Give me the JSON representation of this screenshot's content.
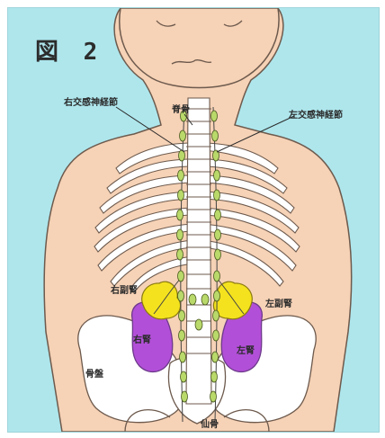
{
  "figure": {
    "title": "図 2",
    "labels": {
      "right_sympathetic_trunk": "右交感神経節",
      "left_sympathetic_trunk": "左交感神経節",
      "spine": "脊骨",
      "right_adrenal": "右副腎",
      "left_adrenal": "左副腎",
      "right_kidney": "右腎",
      "left_kidney": "左腎",
      "pelvis": "骨盤",
      "sacrum": "仙骨"
    },
    "colors": {
      "background": "#aee6ec",
      "skin": "#f6d2b6",
      "bone": "#ffffff",
      "nerve_ganglion": "#b9d96a",
      "adrenal": "#f4e21e",
      "kidney": "#b24fd8"
    }
  }
}
